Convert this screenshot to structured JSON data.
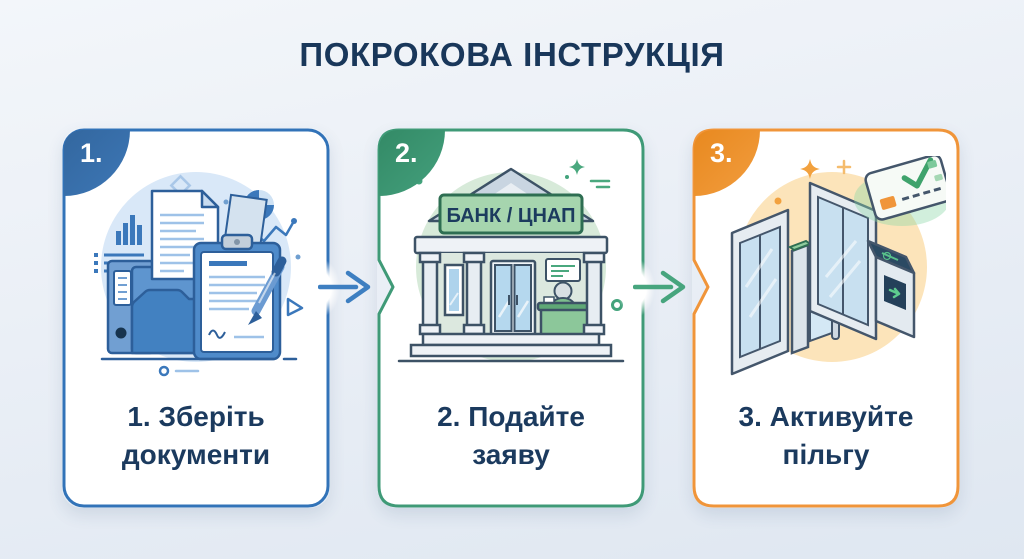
{
  "title": "ПОКРОКОВА ІНСТРУКЦІЯ",
  "steps": [
    {
      "number": "1.",
      "caption": "1. Зберіть документи",
      "caption_lines": [
        "1. Зберіть",
        "документи"
      ],
      "accent": "#3273b8",
      "illustration": "documents-folder-clipboard"
    },
    {
      "number": "2.",
      "caption": "2. Подайте заяву",
      "caption_lines": [
        "2. Подайте",
        "заяву"
      ],
      "accent": "#3f9a77",
      "building_sign": "БАНК / ЦНАП",
      "illustration": "bank-building-with-reception"
    },
    {
      "number": "3.",
      "caption": "3. Активуйте пільгу",
      "caption_lines": [
        "3. Активуйте",
        "пільгу"
      ],
      "accent": "#f0953a",
      "illustration": "turnstile-gate-with-approved-card"
    }
  ],
  "arrows": [
    {
      "from_step": 1,
      "to_step": 2,
      "direction": "right",
      "color": "#3e7fc1"
    },
    {
      "from_step": 2,
      "to_step": 3,
      "direction": "right",
      "color": "#47a57e"
    }
  ],
  "colors": {
    "background_top": "#f3f6fa",
    "background_bottom": "#dfe7f1",
    "heading_text": "#19375a",
    "caption_text": "#1b3a5e",
    "step1_accent": "#3273b8",
    "step2_accent": "#3f9a77",
    "step3_accent": "#f0953a"
  }
}
